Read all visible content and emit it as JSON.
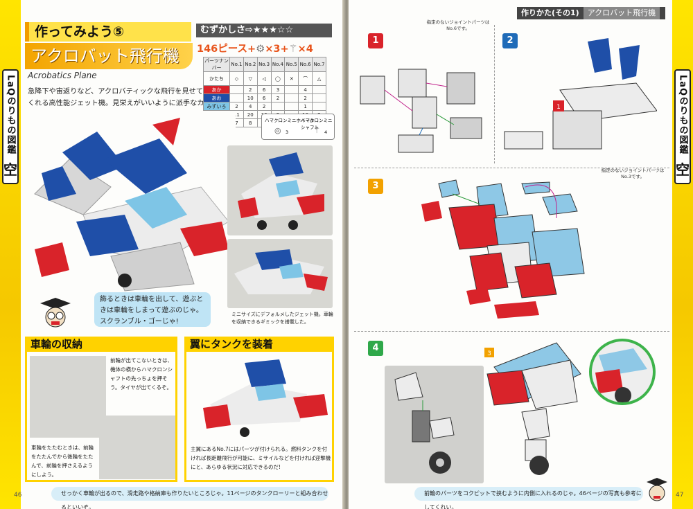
{
  "left": {
    "side_label": "LaQのりもの図鑑",
    "side_sky": "空",
    "title_small": "作ってみよう⑤",
    "title_main": "アクロバット飛行機",
    "title_en": "Acrobatics Plane",
    "description": "急降下や宙返りなど、アクロバティックな飛行を見せてくれる高性能ジェット機。見栄えがいいように派手なカラーリングをしていることが多い。",
    "difficulty_label": "むずかしさ⇨★★★☆☆",
    "pieces": "146ピース+",
    "pieces_a": "×3+",
    "pieces_b": "×4",
    "table": {
      "headers": [
        "パーツナンバー",
        "No.1",
        "No.2",
        "No.3",
        "No.4",
        "No.5",
        "No.6",
        "No.7"
      ],
      "shape_label": "かたち",
      "rows": [
        {
          "name": "あか",
          "color": "#d9232a",
          "vals": [
            "",
            "2",
            "6",
            "3",
            "",
            "4",
            ""
          ]
        },
        {
          "name": "あお",
          "color": "#1f4fa8",
          "vals": [
            "",
            "10",
            "6",
            "2",
            "",
            "2",
            ""
          ]
        },
        {
          "name": "みずいろ",
          "color": "#7ec5e6",
          "vals": [
            "2",
            "4",
            "2",
            "",
            "",
            "1",
            ""
          ]
        },
        {
          "name": "しろ",
          "color": "#ffffff",
          "vals": [
            "11",
            "20",
            "16",
            "2",
            "",
            "10",
            "2"
          ]
        },
        {
          "name": "グレー",
          "color": "#9a9a9a",
          "vals": [
            "7",
            "8",
            "6",
            "4",
            "",
            "4",
            ""
          ]
        }
      ]
    },
    "mini_parts": [
      "ハマクロンミニホイール",
      "ハマクロンミニシャフト"
    ],
    "mini_parts_counts": [
      "3",
      "4"
    ],
    "speech": "飾るときは車輪を出して、遊ぶときは車輪をしまって遊ぶのじゃ。スクランブル・ゴーじゃ!",
    "caption": "ミニサイズにデフォルメしたジェット機。車輪を収納できるギミックを搭載した。",
    "section1_title": "車輪の収納",
    "section1_text_a": "前輪が出てこないときは、機体の横からハマクロンシャフトの先っちょを押そう。タイヤが出てくるぞ。",
    "section1_text_b": "車輪をたたむときは、前輪をたたんでから後輪をたたんで、前輪を押さえるようにしよう。",
    "section2_title": "翼にタンクを装着",
    "section2_text": "主翼にあるNo.7にはパーツが付けられる。燃料タンクを付ければ長距離飛行が可能に、ミサイルなどを付ければ迎撃機にと、あらゆる状況に対応できるのだ!",
    "footer": "せっかく車輪が出るので、滑走路や格納庫も作りたいところじゃ。11ページのタンクローリーと組み合わせるといいぞ。",
    "page_number": "46"
  },
  "right": {
    "header_a": "作りかた(その1)",
    "header_b": "アクロバット飛行機",
    "side_label": "LaQのりもの図鑑",
    "side_sky": "空",
    "steps": [
      {
        "num": "1",
        "color": "#d9232a"
      },
      {
        "num": "2",
        "color": "#1f6bb8"
      },
      {
        "num": "3",
        "color": "#f2a100"
      },
      {
        "num": "4",
        "color": "#2fa84a"
      }
    ],
    "note1": "指定のないジョイントパーツはNo.6です。",
    "note2": "指定のないジョイントパーツはNo.3です。",
    "footer": "前輪のパーツをコクピットで挟むように内側に入れるのじゃ。46ページの写真も参考にしてくれい。",
    "page_number": "47"
  }
}
